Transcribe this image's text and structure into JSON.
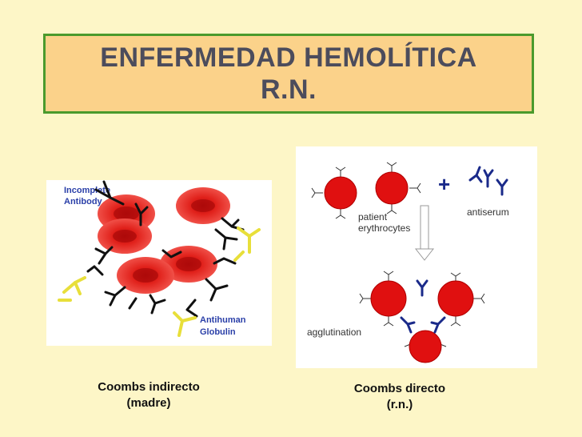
{
  "title": {
    "line1": "ENFERMEDAD HEMOLÍTICA",
    "line2": "R.N."
  },
  "left_figure": {
    "label_incomplete_line1": "Incomplete",
    "label_incomplete_line2": "Antibody",
    "label_antihuman_line1": "Antihuman",
    "label_antihuman_line2": "Globulin"
  },
  "right_figure": {
    "plus": "+",
    "label_antiserum": "antiserum",
    "label_patient_line1": "patient",
    "label_patient_line2": "erythrocytes",
    "label_agglutination": "agglutination"
  },
  "captions": {
    "left_line1": "Coombs indirecto",
    "left_line2": "(madre)",
    "right_line1": "Coombs directo",
    "right_line2": "(r.n.)"
  },
  "colors": {
    "background": "#fdf6c7",
    "title_fill": "#fbd28a",
    "title_border": "#4a9a2c",
    "red_cell": "#e01010",
    "antihuman_globulin": "#e8df3a",
    "label_blue": "#2a3fa8"
  }
}
